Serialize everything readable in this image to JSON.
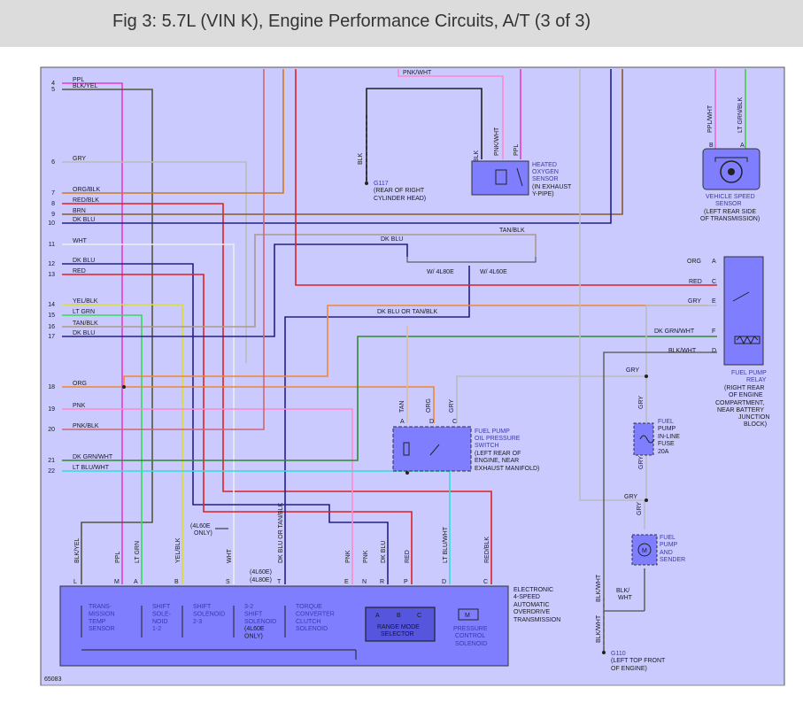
{
  "header": {
    "title": "Fig 3: 5.7L (VIN K), Engine Performance Circuits, A/T (3 of 3)"
  },
  "colors": {
    "panel": "#cacaff",
    "component": "#7e7eff",
    "header": "#dcdcdc"
  },
  "left_pins": [
    {
      "num": "4",
      "wire": "PPL"
    },
    {
      "num": "5",
      "wire": "BLK/YEL"
    },
    {
      "num": "6",
      "wire": "GRY"
    },
    {
      "num": "7",
      "wire": "ORG/BLK"
    },
    {
      "num": "8",
      "wire": "RED/BLK"
    },
    {
      "num": "9",
      "wire": "BRN"
    },
    {
      "num": "10",
      "wire": "DK BLU"
    },
    {
      "num": "11",
      "wire": "WHT"
    },
    {
      "num": "12",
      "wire": "DK BLU"
    },
    {
      "num": "13",
      "wire": "RED"
    },
    {
      "num": "14",
      "wire": "YEL/BLK"
    },
    {
      "num": "15",
      "wire": "LT GRN"
    },
    {
      "num": "16",
      "wire": "TAN/BLK"
    },
    {
      "num": "17",
      "wire": "DK BLU"
    },
    {
      "num": "18",
      "wire": "ORG"
    },
    {
      "num": "19",
      "wire": "PNK"
    },
    {
      "num": "20",
      "wire": "PNK/BLK"
    },
    {
      "num": "21",
      "wire": "DK GRN/WHT"
    },
    {
      "num": "22",
      "wire": "LT BLU/WHT"
    }
  ],
  "o2": {
    "top_wire": "PNK/WHT",
    "wires": [
      "BLK",
      "PNK/WHT",
      "PPL"
    ],
    "label": [
      "HEATED",
      "OXYGEN",
      "SENSOR",
      "(IN EXHAUST",
      "Y-PIPE)"
    ]
  },
  "g117": {
    "wire": "BLK",
    "label": [
      "G117",
      "(REAR OF RIGHT",
      "CYLINDER HEAD)"
    ]
  },
  "vss": {
    "wires": [
      "PPL/WHT",
      "LT GRN/BLK"
    ],
    "pins": [
      "B",
      "A"
    ],
    "label": [
      "VEHICLE SPEED",
      "SENSOR",
      "(LEFT REAR SIDE",
      "OF TRANSMISSION)"
    ]
  },
  "mid": {
    "tan_blk": "TAN/BLK",
    "dk_blu": "DK BLU",
    "w_4l80e": "W/ 4L80E",
    "w_4l60e": "W/ 4L60E",
    "dk_blu_tan_blk": "DK BLU OR TAN/BLK"
  },
  "relay": {
    "pins": [
      {
        "wire": "ORG",
        "pin": "A"
      },
      {
        "wire": "RED",
        "pin": "C"
      },
      {
        "wire": "GRY",
        "pin": "E"
      },
      {
        "wire": "DK GRN/WHT",
        "pin": "F"
      },
      {
        "wire": "BLK/WHT",
        "pin": "D"
      }
    ],
    "label": [
      "FUEL PUMP",
      "RELAY",
      "(RIGHT REAR",
      "OF ENGINE",
      "COMPARTMENT,",
      "NEAR BATTERY",
      "JUNCTION",
      "BLOCK)"
    ]
  },
  "oil_switch": {
    "wires": [
      "TAN",
      "ORG",
      "GRY"
    ],
    "pins": [
      "A",
      "D",
      "C"
    ],
    "label": [
      "FUEL PUMP",
      "OIL PRESSURE",
      "SWITCH",
      "(LEFT REAR OF",
      "ENGINE, NEAR",
      "EXHAUST MANIFOLD)"
    ]
  },
  "fuse": {
    "wire_top": "GRY",
    "wire_bottom": "GRY",
    "gry_label": "GRY",
    "label": [
      "FUEL",
      "PUMP",
      "IN-LINE",
      "FUSE",
      "20A"
    ]
  },
  "fuel_pump": {
    "wire_top": "GRY",
    "label": [
      "FUEL",
      "PUMP",
      "AND",
      "SENDER"
    ],
    "motor": "M",
    "wire_bottom": "BLK/WHT",
    "ground_wire": "BLK/WHT",
    "blk_wht_label": [
      "BLK/",
      "WHT"
    ],
    "right_wire": "GRY"
  },
  "g110": {
    "label": [
      "G110",
      "(LEFT TOP FRONT",
      "OF ENGINE)"
    ]
  },
  "trans": {
    "wires": [
      "BLK/YEL",
      "PPL",
      "LT GRN",
      "YEL/BLK",
      "WHT",
      "DK BLU OR TAN/BLK",
      "PNK",
      "PNK",
      "DK BLU",
      "RED",
      "LT BLU/WHT",
      "RED/BLK"
    ],
    "pins": [
      "L",
      "M",
      "A",
      "B",
      "S",
      "T",
      "E",
      "N",
      "R",
      "P",
      "D",
      "C"
    ],
    "note_4l60e_only": [
      "(4L60E",
      "ONLY)"
    ],
    "note_4l60e": "(4L60E)",
    "note_4l80e": "(4L80E)",
    "components": [
      {
        "name": [
          "TRANS-",
          "MISSION",
          "TEMP",
          "SENSOR"
        ]
      },
      {
        "name": [
          "SHIFT",
          "SOLE-",
          "NOID",
          "1-2"
        ]
      },
      {
        "name": [
          "SHIFT",
          "SOLENOID",
          "2-3"
        ]
      },
      {
        "name": [
          "3-2",
          "SHIFT",
          "SOLENOID",
          "(4L60E",
          "ONLY)"
        ]
      },
      {
        "name": [
          "TORQUE",
          "CONVERTER",
          "CLUTCH",
          "SOLENOID"
        ]
      }
    ],
    "range_pins": [
      "A",
      "B",
      "C"
    ],
    "range_label": [
      "RANGE MODE",
      "SELECTOR"
    ],
    "pcs_label": [
      "PRESSURE",
      "CONTROL",
      "SOLENOID"
    ],
    "motor": "M",
    "title": [
      "ELECTRONIC",
      "4-SPEED",
      "AUTOMATIC",
      "OVERDRIVE",
      "TRANSMISSION"
    ]
  },
  "figure_id": "65083"
}
